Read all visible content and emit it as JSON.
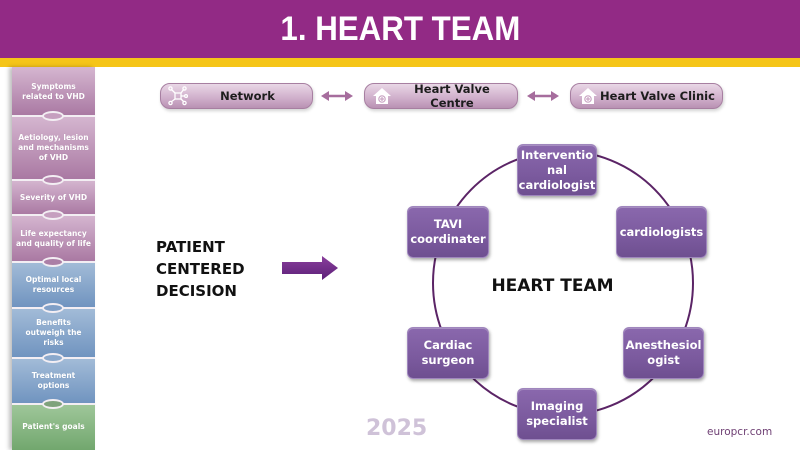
{
  "header": {
    "title": "1. HEART TEAM",
    "colors": {
      "banner": "#922a85",
      "stripe": "#f5c518"
    }
  },
  "puzzle_sidebar": {
    "pieces": [
      {
        "label": "Symptoms related to VHD",
        "color": "pink"
      },
      {
        "label": "Aetiology, lesion and mechanisms of VHD",
        "color": "pink"
      },
      {
        "label": "Severity of VHD",
        "color": "pink"
      },
      {
        "label": "Life expectancy and quality of life",
        "color": "pink"
      },
      {
        "label": "Optimal local resources",
        "color": "blue"
      },
      {
        "label": "Benefits outweigh the risks",
        "color": "blue"
      },
      {
        "label": "Treatment options",
        "color": "blue"
      },
      {
        "label": "Patient's goals",
        "color": "green"
      }
    ]
  },
  "network_row": {
    "items": [
      {
        "label": "Network",
        "icon": "network-icon"
      },
      {
        "label": "Heart Valve Centre",
        "icon": "hospital-icon"
      },
      {
        "label": "Heart Valve Clinic",
        "icon": "hospital-icon"
      }
    ],
    "connector_icon": "double-arrow-icon"
  },
  "left_statement": {
    "lines": [
      "PATIENT",
      "CENTERED",
      "DECISION"
    ],
    "arrow_icon": "right-arrow-icon"
  },
  "heart_team": {
    "title": "HEART TEAM",
    "node_color": "#7b5a9e",
    "members": [
      "Interventio\nnal\ncardiologist",
      "cardiologists",
      "Anesthesiol\nogist",
      "Imaging\nspecialist",
      "Cardiac\nsurgeon",
      "TAVI\ncoordinater"
    ]
  },
  "footer": {
    "year": "2025",
    "site": "europcr.com"
  }
}
